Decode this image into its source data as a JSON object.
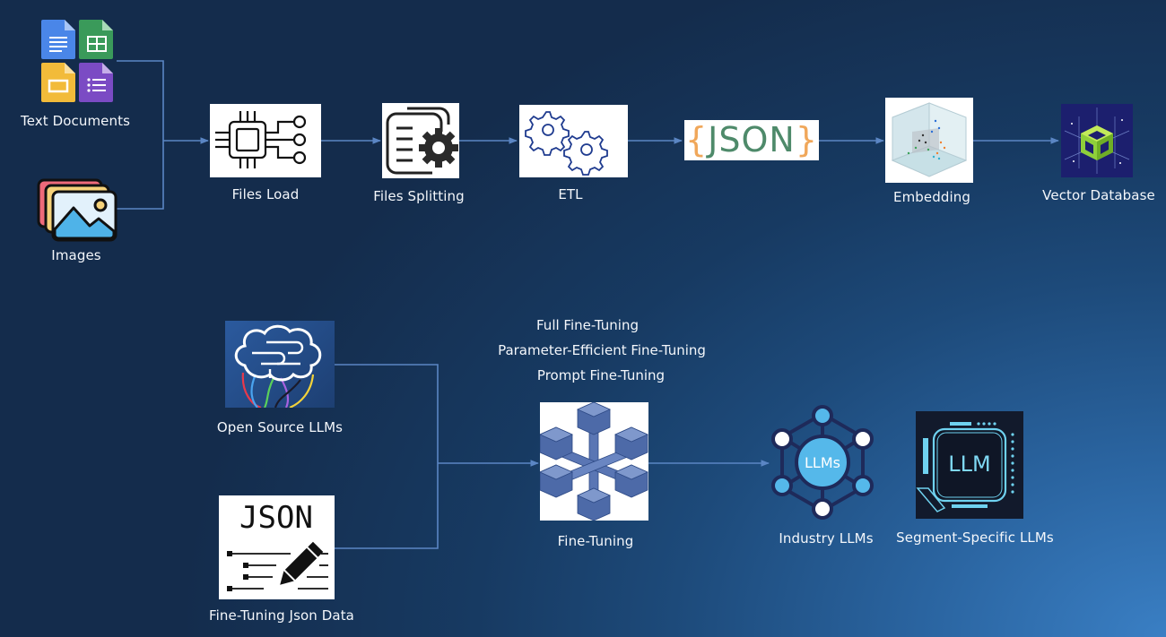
{
  "diagram": {
    "pipeline_top": {
      "nodes": [
        {
          "id": "text-documents",
          "label": "Text Documents",
          "icon": "google-docs-suite-icon"
        },
        {
          "id": "images",
          "label": "Images",
          "icon": "images-stack-icon"
        },
        {
          "id": "files-load",
          "label": "Files Load",
          "icon": "chip-circuit-icon"
        },
        {
          "id": "files-splitting",
          "label": "Files Splitting",
          "icon": "document-gear-icon"
        },
        {
          "id": "etl",
          "label": "ETL",
          "icon": "gears-icon"
        },
        {
          "id": "json",
          "label": "",
          "icon_text": "{JSON}",
          "icon": "json-braces-icon"
        },
        {
          "id": "embedding",
          "label": "Embedding",
          "icon": "3d-scatter-cube-icon"
        },
        {
          "id": "vector-database",
          "label": "Vector Database",
          "icon": "vector-cube-icon"
        }
      ],
      "edges": [
        [
          "text-documents",
          "files-load"
        ],
        [
          "images",
          "files-load"
        ],
        [
          "files-load",
          "files-splitting"
        ],
        [
          "files-splitting",
          "etl"
        ],
        [
          "etl",
          "json"
        ],
        [
          "json",
          "embedding"
        ],
        [
          "embedding",
          "vector-database"
        ]
      ]
    },
    "pipeline_bottom": {
      "nodes": [
        {
          "id": "open-source-llms",
          "label": "Open Source LLMs",
          "icon": "brain-wires-icon"
        },
        {
          "id": "fine-tuning-json-data",
          "label": "Fine-Tuning Json Data",
          "icon_text": "JSON",
          "icon": "json-pencil-icon"
        },
        {
          "id": "fine-tuning",
          "label": "Fine-Tuning",
          "icon": "cube-network-icon"
        },
        {
          "id": "industry-llms",
          "label": "Industry LLMs",
          "icon_text": "LLMs",
          "icon": "llm-network-icon"
        },
        {
          "id": "segment-specific-llms",
          "label": "Segment-Specific LLMs",
          "icon_text": "LLM",
          "icon": "llm-chip-icon"
        }
      ],
      "fine_tuning_methods": [
        "Full Fine-Tuning",
        "Parameter-Efficient Fine-Tuning",
        "Prompt Fine-Tuning"
      ],
      "edges": [
        [
          "open-source-llms",
          "fine-tuning"
        ],
        [
          "fine-tuning-json-data",
          "fine-tuning"
        ],
        [
          "fine-tuning",
          "industry-llms"
        ]
      ]
    },
    "colors": {
      "connector": "#5b86c4",
      "json_brace": "#f0a75a",
      "json_text": "#4e8a6a",
      "cube_blue": "#4d6aa8",
      "llm_cyan": "#55b8ea"
    }
  }
}
